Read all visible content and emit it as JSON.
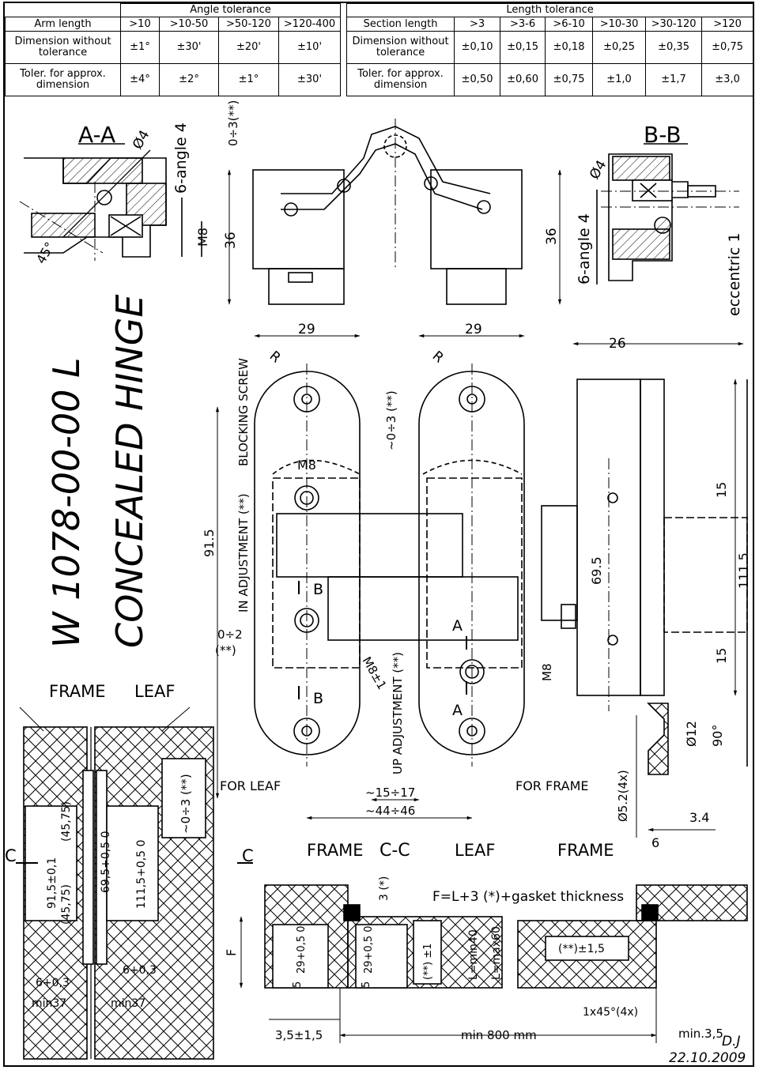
{
  "tolerance_table": {
    "angle_header": "Angle tolerance",
    "length_header": "Length tolerance",
    "arm_length_label": "Arm length",
    "arm_ranges": [
      ">10",
      ">10-50",
      ">50-120",
      ">120-400"
    ],
    "dim_without_tol_label": "Dimension without tolerance",
    "angle_dim_without_tol": [
      "±1°",
      "±30'",
      "±20'",
      "±10'"
    ],
    "toler_approx_label": "Toler. for approx. dimension",
    "angle_toler_approx": [
      "±4°",
      "±2°",
      "±1°",
      "±30'"
    ],
    "section_length_label": "Section length",
    "section_ranges": [
      ">3",
      ">3-6",
      ">6-10",
      ">10-30",
      ">30-120",
      ">120"
    ],
    "length_dim_without_tol": [
      "±0,10",
      "±0,15",
      "±0,18",
      "±0,25",
      "±0,35",
      "±0,75"
    ],
    "length_toler_approx": [
      "±0,50",
      "±0,60",
      "±0,75",
      "±1,0",
      "±1,7",
      "±3,0"
    ]
  },
  "title": {
    "line1": "W 1078-00-00 L",
    "line2": "CONCEALED HINGE"
  },
  "section_aa": {
    "label": "A-A",
    "diameter": "Ø4",
    "angle_count": "6-angle 4",
    "thread": "M8",
    "angle": "45°"
  },
  "top_view": {
    "adjust": "0÷3(**)",
    "height_left": "36",
    "height_right": "36"
  },
  "section_bb": {
    "label": "B-B",
    "diameter": "Ø4",
    "angle_count": "6-angle 4",
    "eccentric": "eccentric 1"
  },
  "front_view": {
    "width_left": "29",
    "width_right": "29",
    "radius_left": "R",
    "radius_right": "R",
    "blocking_screw": "BLOCKING SCREW",
    "in_adjustment": "IN ADJUSTMENT (**)",
    "height_total": "91.5",
    "in_adj_range": "0÷2",
    "in_adj_note": "(**)",
    "m8_top": "M8",
    "m8_pm": "M8±1",
    "m8_right": "M8",
    "section_b_top": "B",
    "section_b_bottom": "B",
    "section_a_top": "A",
    "section_a_bottom": "A",
    "up_adj_range": "~0÷3 (**)",
    "up_adjustment": "UP ADJUSTMENT (**)",
    "for_leaf": "FOR LEAF",
    "for_frame": "FOR FRAME",
    "open_width": "~15÷17",
    "total_width": "~44÷46"
  },
  "side_view": {
    "depth": "26",
    "hole_span": "69.5",
    "top_offset": "15",
    "bottom_offset": "15",
    "total_height": "111.5",
    "counterbore": "Ø12",
    "angle": "90°",
    "holes": "Ø5.2(4x)",
    "edge": "3.4",
    "thickness": "6"
  },
  "install": {
    "frame_label": "FRAME",
    "leaf_label": "LEAF",
    "adj_box": "~0÷3 (**)",
    "d1": "91,5±0,1",
    "d2": "(45,75)",
    "d3": "(45,75)",
    "d4": "69,5+0,5 0",
    "d5": "111,5+0,5 0",
    "d6": "6+0,3",
    "d7": "6+0,3",
    "d8": "min37",
    "d9": "min37",
    "section_mark": "C"
  },
  "section_cc": {
    "frame_left": "FRAME",
    "label": "C-C",
    "leaf": "LEAF",
    "frame_right": "FRAME",
    "formula": "F=L+3 (*)+gasket thickness",
    "gap": "3 (*)",
    "f_dim": "F",
    "pocket_left": "29+0,5 0",
    "pocket_mid": "29+0,5 0",
    "five_left": "5",
    "five_mid": "5",
    "adj_pm1": "(**) ±1",
    "l_min": "L=min40",
    "l_max": "L=max60",
    "adj_box": "(**)±1,5",
    "chamfer": "1x45°(4x)",
    "offset": "3,5±1,5",
    "min_width": "min 800 mm",
    "min_gap": "min.3,5",
    "author": "D.J",
    "date": "22.10.2009"
  }
}
